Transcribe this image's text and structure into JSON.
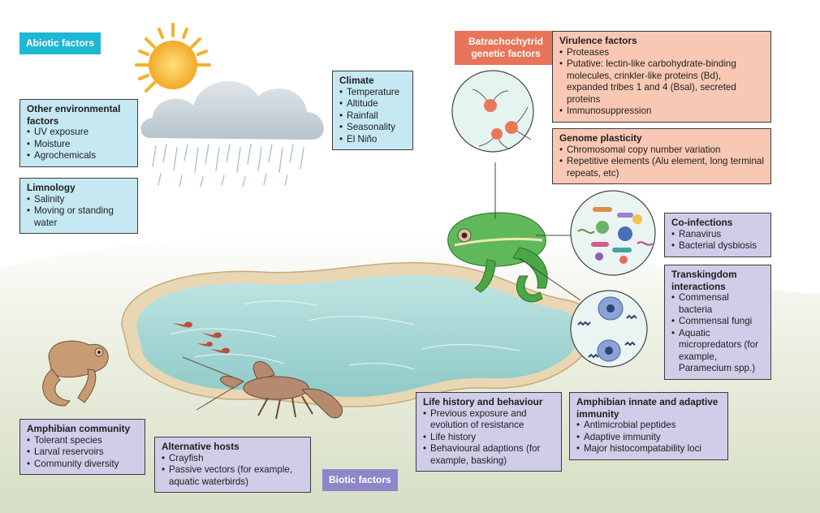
{
  "categories": {
    "abiotic": "Abiotic factors",
    "biotic": "Biotic factors",
    "batrachochytrid": "Batrachochytrid genetic factors"
  },
  "boxes": {
    "other_env": {
      "title": "Other environmental factors",
      "items": [
        "UV exposure",
        "Moisture",
        "Agrochemicals"
      ]
    },
    "limnology": {
      "title": "Limnology",
      "items": [
        "Salinity",
        "Moving or standing water"
      ]
    },
    "climate": {
      "title": "Climate",
      "items": [
        "Temperature",
        "Altitude",
        "Rainfall",
        "Seasonality",
        "El Niño"
      ]
    },
    "virulence": {
      "title": "Virulence factors",
      "items": [
        "Proteases",
        "Putative: lectin-like carbohydrate-binding molecules, crinkler-like proteins (Bd), expanded tribes 1 and 4 (Bsal), secreted proteins",
        "Immunosuppression"
      ]
    },
    "genome": {
      "title": "Genome plasticity",
      "items": [
        "Chromosomal copy number variation",
        "Repetitive elements (Alu element, long terminal repeats, etc)"
      ]
    },
    "coinfections": {
      "title": "Co-infections",
      "items": [
        "Ranavirus",
        "Bacterial dysbiosis"
      ]
    },
    "transkingdom": {
      "title": "Transkingdom interactions",
      "items": [
        "Commensal bacteria",
        "Commensal fungi",
        "Aquatic micropredators (for example, Paramecium spp.)"
      ]
    },
    "community": {
      "title": "Amphibian community",
      "items": [
        "Tolerant species",
        "Larval reservoirs",
        "Community diversity"
      ]
    },
    "alt_hosts": {
      "title": "Alternative hosts",
      "items": [
        "Crayfish",
        "Passive vectors (for example, aquatic waterbirds)"
      ]
    },
    "life_history": {
      "title": "Life history and behaviour",
      "items": [
        "Previous exposure and evolution of resistance",
        "Life history",
        "Behavioural adaptions (for example, basking)"
      ]
    },
    "immunity": {
      "title": "Amphibian innate and adaptive immunity",
      "items": [
        "Antimicrobial peptides",
        "Adaptive immunity",
        "Major histocompatability loci"
      ]
    }
  },
  "colors": {
    "abiotic": "#1fb7d4",
    "biotic": "#8e86c8",
    "batrachochytrid": "#e8745a",
    "abiotic_box": "#c6e8f3",
    "biotic_box": "#cfcde8",
    "batrachochytrid_box": "#f9c8b4",
    "pond": "#a8d9d9",
    "shore": "#e8d5b0",
    "frog": "#5fb85a"
  }
}
